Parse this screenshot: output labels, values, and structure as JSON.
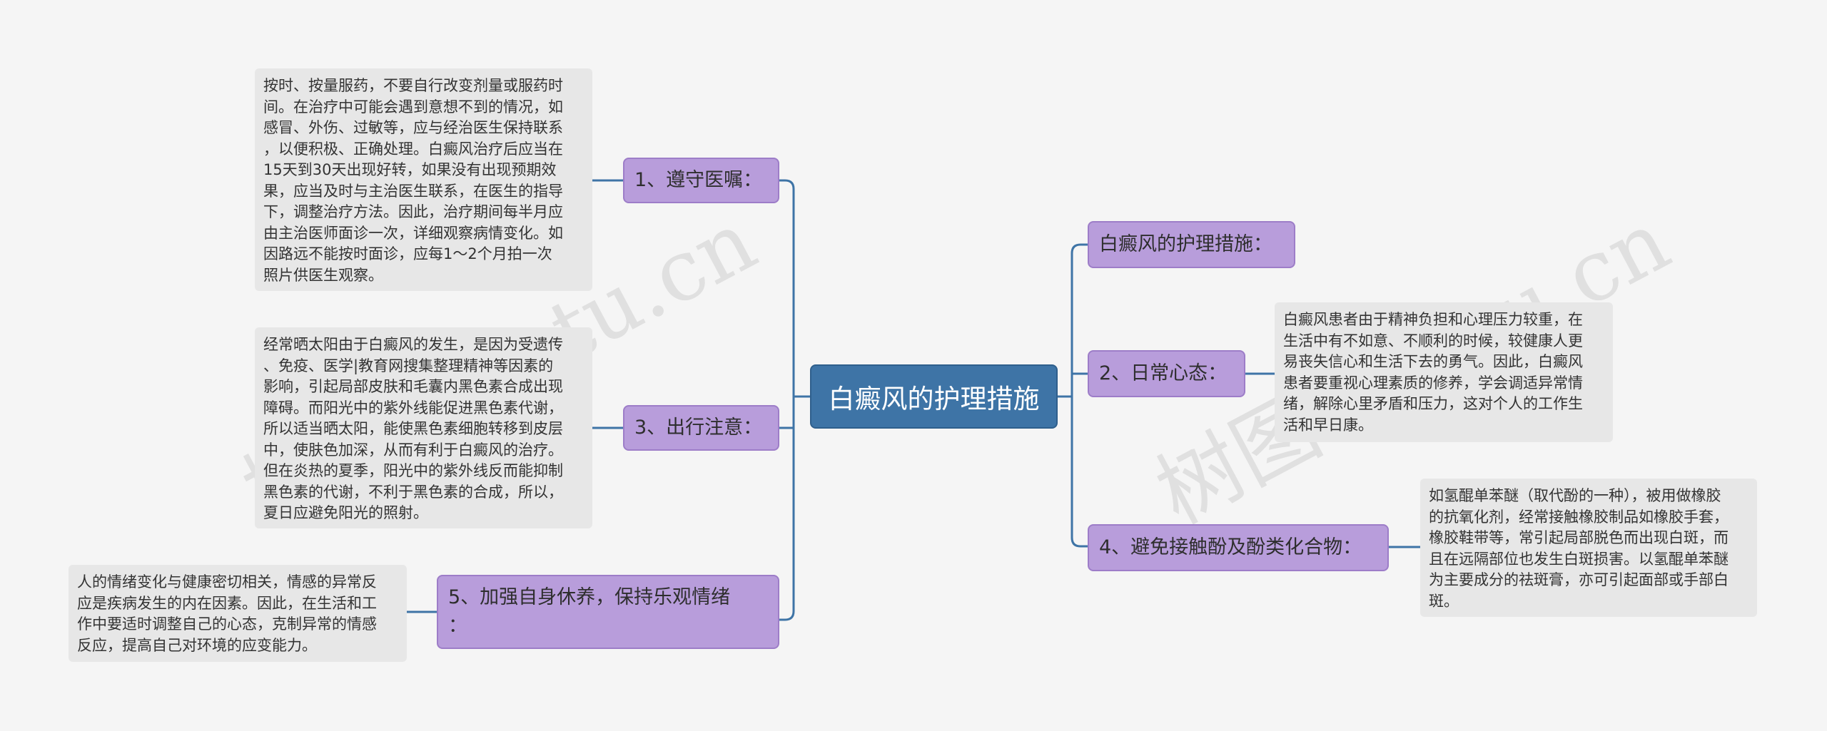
{
  "root": {
    "label": "白癜风的护理措施"
  },
  "left_branches": [
    {
      "label": "1、遵守医嘱：",
      "text": "按时、按量服药，不要自行改变剂量或服药时\n间。在治疗中可能会遇到意想不到的情况，如\n感冒、外伤、过敏等，应与经治医生保持联系\n，以便积极、正确处理。白癜风治疗后应当在\n15天到30天出现好转，如果没有出现预期效\n果，应当及时与主治医生联系，在医生的指导\n下，调整治疗方法。因此，治疗期间每半月应\n由主治医师面诊一次，详细观察病情变化。如\n因路远不能按时面诊，应每1～2个月拍一次\n照片供医生观察。"
    },
    {
      "label": "3、出行注意：",
      "text": "经常晒太阳由于白癜风的发生，是因为受遗传\n、免疫、医学|教育网搜集整理精神等因素的\n影响，引起局部皮肤和毛囊内黑色素合成出现\n障碍。而阳光中的紫外线能促进黑色素代谢，\n所以适当晒太阳，能使黑色素细胞转移到皮层\n中，使肤色加深，从而有利于白癜风的治疗。\n但在炎热的夏季，阳光中的紫外线反而能抑制\n黑色素的代谢，不利于黑色素的合成，所以，\n夏日应避免阳光的照射。"
    },
    {
      "label": "5、加强自身休养，保持乐观情绪\n：",
      "text": "人的情绪变化与健康密切相关，情感的异常反\n应是疾病发生的内在因素。因此，在生活和工\n作中要适时调整自己的心态，克制异常的情感\n反应，提高自己对环境的应变能力。"
    }
  ],
  "right_branches": [
    {
      "label": "白癜风的护理措施："
    },
    {
      "label": "2、日常心态：",
      "text": "白癜风患者由于精神负担和心理压力较重，在\n生活中有不如意、不顺利的时候，较健康人更\n易丧失信心和生活下去的勇气。因此，白癜风\n患者要重视心理素质的修养，学会调适异常情\n绪，解除心里矛盾和压力，这对个人的工作生\n活和早日康。"
    },
    {
      "label": "4、避免接触酚及酚类化合物：",
      "text": "如氢醌单苯醚（取代酚的一种），被用做橡胶\n的抗氧化剂，经常接触橡胶制品如橡胶手套，\n橡胶鞋带等，常引起局部脱色而出现白斑，而\n且在远隔部位也发生白斑损害。以氢醌单苯醚\n为主要成分的祛斑膏，亦可引起面部或手部白\n斑。"
    }
  ],
  "watermark": {
    "text": "树图 shutu.cn"
  },
  "colors": {
    "root": "#3e74a6",
    "branch": "#b89ddb",
    "leaf": "#e7e7e7",
    "line": "#3e74a6"
  }
}
